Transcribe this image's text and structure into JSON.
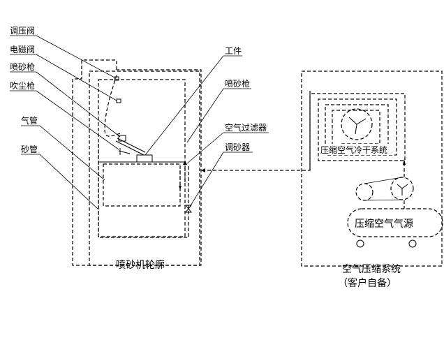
{
  "labels": {
    "regulator_valve": "调压阀",
    "solenoid_valve": "电磁阀",
    "sandblast_gun_left": "喷砂枪",
    "dust_gun": "吹尘枪",
    "air_pipe": "气管",
    "sand_pipe": "砂管",
    "workpiece": "工件",
    "sandblast_gun_right": "喷砂枪",
    "air_filter": "空气过滤器",
    "sand_regulator": "调砂器",
    "machine_outline": "喷砂机轮廓",
    "dryer_system": "压缩空气冷干系统",
    "air_source": "压缩空气气源",
    "compressor_system": "空气压缩系统",
    "customer_supplied": "（客户自备）"
  }
}
